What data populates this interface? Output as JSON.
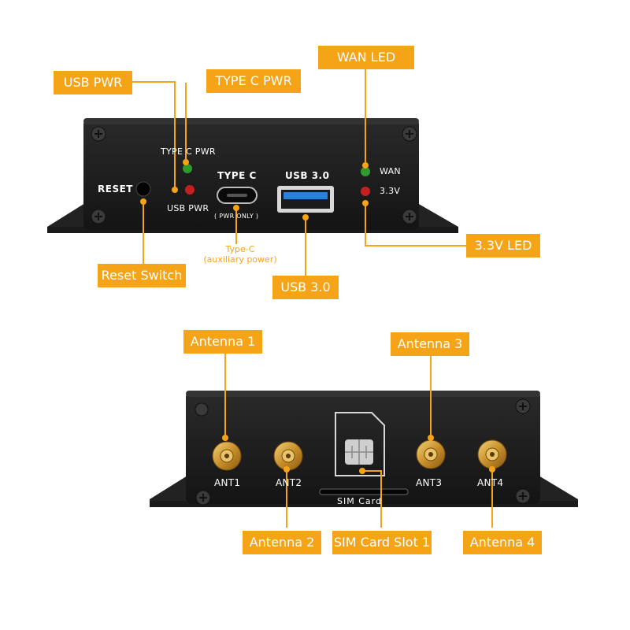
{
  "top_device": {
    "panel_labels": {
      "reset": "RESET",
      "type_c_pwr": "TYPE C PWR",
      "usb_pwr": "USB PWR",
      "type_c": "TYPE C",
      "pwr_only": "( PWR ONLY )",
      "usb3": "USB 3.0",
      "wan": "WAN",
      "v33": "3.3V"
    },
    "callouts": {
      "usb_pwr": "USB PWR",
      "type_c_pwr": "TYPE C PWR",
      "wan_led": "WAN LED",
      "reset_switch": "Reset Switch",
      "type_c_note_line1": "Type-C",
      "type_c_note_line2": "(auxiliary power)",
      "usb3": "USB 3.0",
      "led_33v": "3.3V LED"
    }
  },
  "bottom_device": {
    "panel_labels": {
      "ant1": "ANT1",
      "ant2": "ANT2",
      "ant3": "ANT3",
      "ant4": "ANT4",
      "sim_card": "SIM  Card"
    },
    "callouts": {
      "antenna1": "Antenna 1",
      "antenna2": "Antenna 2",
      "antenna3": "Antenna 3",
      "antenna4": "Antenna 4",
      "sim_slot": "SIM Card Slot 1"
    }
  },
  "colors": {
    "callout_fill": "#f5a418",
    "device_body": "#1b1b1b",
    "led_green": "#2e9b2e",
    "led_red": "#c42020",
    "usb_blue": "#2f7fd8",
    "connector_gold": "#d9a53a"
  }
}
